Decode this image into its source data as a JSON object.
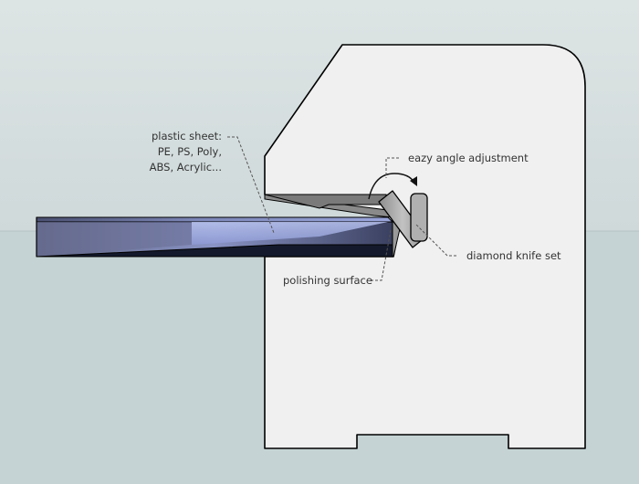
{
  "diagram": {
    "labels": {
      "plastic_sheet": [
        "plastic sheet:",
        "PE, PS, Poly,",
        "ABS, Acrylic..."
      ],
      "angle_adjustment": "eazy angle adjustment",
      "knife_set": "diamond knife set",
      "polishing_surface": "polishing surface"
    }
  },
  "colors": {
    "sky": "#d6dfe0",
    "ground": "#c5d3d4",
    "machine_body": "#f0f0f0",
    "machine_outline": "#000000",
    "sheet_blue": "#8e9ad0",
    "sheet_dark": "#1c2338",
    "knife_grey": "#a8a8a8",
    "label_text": "#333333"
  }
}
